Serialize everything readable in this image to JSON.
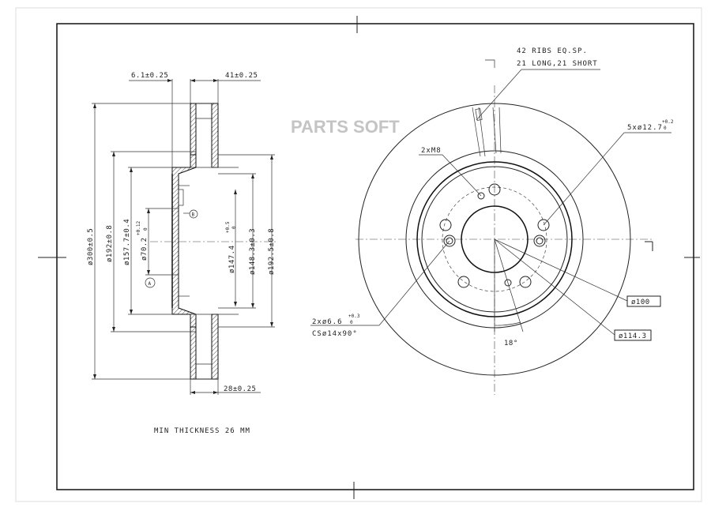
{
  "watermark": "PARTS SOFT",
  "side_view": {
    "dims_top": {
      "hub_offset": "6.1±0.25",
      "overall_height": "41±0.25"
    },
    "dims_bottom": {
      "thickness": "28±0.25"
    },
    "dims_left": {
      "outer_diameter": "ø300±0.5",
      "inner_diameter": "ø192±0.8",
      "hat_diameter": "ø157.7±0.4",
      "bore_diameter": "ø70.2",
      "bore_tol_upper": "+0.12",
      "bore_tol_lower": "0"
    },
    "dims_right": {
      "hat_inner": "ø147.4",
      "hat_inner_tol_upper": "+0.5",
      "hat_inner_tol_lower": "0",
      "hat_outer": "ø148.3±0.3",
      "friction_inner": "ø192.5±0.8"
    },
    "datum_label": "A",
    "datum_b_label": "B"
  },
  "front_view": {
    "ribs_line1": "42 RIBS EQ.SP.",
    "ribs_line2": "21 LONG,21 SHORT",
    "stud_holes": "5xø12.7",
    "stud_tol_upper": "+0.2",
    "stud_tol_lower": "0",
    "threaded_holes": "2xM8",
    "locating_holes": "2xø6.6",
    "locating_tol_upper": "+0.3",
    "locating_tol_lower": "0",
    "countersink": "CSø14x90°",
    "pcd_small": "ø100",
    "pcd_large": "ø114.3",
    "angle": "18°"
  },
  "footer_note": "MIN THICKNESS 26 MM"
}
